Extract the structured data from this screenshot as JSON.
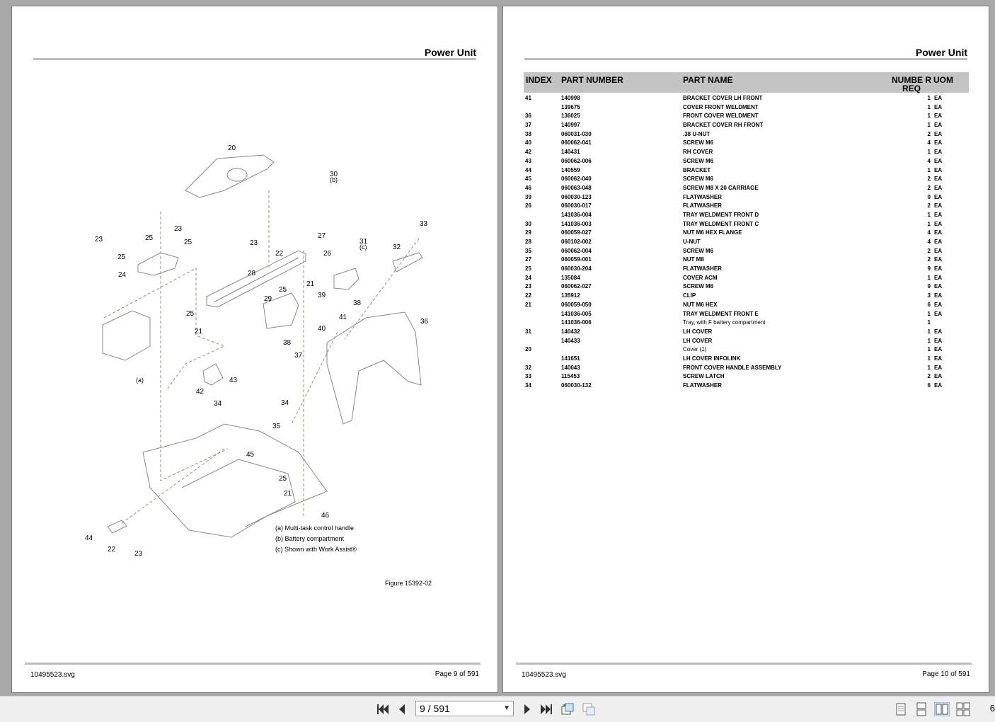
{
  "left_page": {
    "header_title": "Power Unit",
    "figure_caption": "Figure 15392-02",
    "notes": [
      "(a)   Multi-task control handle",
      "(b)   Battery compartment",
      "(c)   Shown with Work Assist®"
    ],
    "callouts": [
      "20",
      "30",
      "(b)",
      "23",
      "25",
      "25",
      "23",
      "25",
      "24",
      "23",
      "22",
      "27",
      "26",
      "31",
      "(c)",
      "32",
      "33",
      "28",
      "21",
      "25",
      "29",
      "39",
      "38",
      "41",
      "40",
      "38",
      "37",
      "36",
      "25",
      "21",
      "(a)",
      "43",
      "42",
      "34",
      "34",
      "35",
      "45",
      "25",
      "21",
      "46",
      "44",
      "22",
      "23"
    ],
    "footer_file": "10495523.svg",
    "footer_page": "Page 9 of  591"
  },
  "right_page": {
    "header_title": "Power Unit",
    "columns": [
      "INDEX",
      "PART NUMBER",
      "PART NAME",
      "NUMBE R REQ",
      "UOM"
    ],
    "rows": [
      [
        "41",
        "140998",
        "BRACKET COVER LH FRONT",
        "1",
        "EA"
      ],
      [
        "",
        "139675",
        "COVER FRONT WELDMENT",
        "1",
        "EA"
      ],
      [
        "36",
        "136025",
        "FRONT COVER WELDMENT",
        "1",
        "EA"
      ],
      [
        "37",
        "140997",
        "BRACKET COVER RH FRONT",
        "1",
        "EA"
      ],
      [
        "38",
        "060031-030",
        ".38 U-NUT",
        "2",
        "EA"
      ],
      [
        "40",
        "060062-041",
        "SCREW M6",
        "4",
        "EA"
      ],
      [
        "42",
        "140431",
        "RH COVER",
        "1",
        "EA"
      ],
      [
        "43",
        "060062-006",
        "SCREW M6",
        "4",
        "EA"
      ],
      [
        "44",
        "140559",
        "BRACKET",
        "1",
        "EA"
      ],
      [
        "45",
        "060062-040",
        "SCREW M6",
        "2",
        "EA"
      ],
      [
        "46",
        "060063-048",
        "SCREW M8 X 20 CARRIAGE",
        "2",
        "EA"
      ],
      [
        "39",
        "060030-123",
        "FLATWASHER",
        "0",
        "EA"
      ],
      [
        "26",
        "060030-017",
        "FLATWASHER",
        "2",
        "EA"
      ],
      [
        "",
        "141036-004",
        "TRAY WELDMENT FRONT D",
        "1",
        "EA"
      ],
      [
        "30",
        "141036-003",
        "TRAY WELDMENT FRONT C",
        "1",
        "EA"
      ],
      [
        "29",
        "060059-027",
        "NUT M6 HEX FLANGE",
        "4",
        "EA"
      ],
      [
        "28",
        "060102-002",
        "U-NUT",
        "4",
        "EA"
      ],
      [
        "35",
        "060062-004",
        "SCREW M6",
        "2",
        "EA"
      ],
      [
        "27",
        "060059-001",
        "NUT M8",
        "2",
        "EA"
      ],
      [
        "25",
        "060030-204",
        "FLATWASHER",
        "9",
        "EA"
      ],
      [
        "24",
        "135084",
        "COVER ACM",
        "1",
        "EA"
      ],
      [
        "23",
        "060062-027",
        "SCREW M6",
        "9",
        "EA"
      ],
      [
        "22",
        "135912",
        "CLIP",
        "3",
        "EA"
      ],
      [
        "21",
        "060059-050",
        "NUT M6 HEX",
        "6",
        "EA"
      ],
      [
        "",
        "141036-005",
        "TRAY WELDMENT FRONT E",
        "1",
        "EA"
      ],
      [
        "",
        "141036-006",
        "Tray, with F battery compartment",
        "1",
        ""
      ],
      [
        "31",
        "140432",
        "LH COVER",
        "1",
        "EA"
      ],
      [
        "",
        "140433",
        "LH COVER",
        "1",
        "EA"
      ],
      [
        "20",
        "",
        "Cover (1)",
        "1",
        "EA"
      ],
      [
        "",
        "141651",
        "LH COVER INFOLINK",
        "1",
        "EA"
      ],
      [
        "32",
        "140043",
        "FRONT COVER HANDLE ASSEMBLY",
        "1",
        "EA"
      ],
      [
        "33",
        "115453",
        "SCREW LATCH",
        "2",
        "EA"
      ],
      [
        "34",
        "060030-132",
        "FLATWASHER",
        "6",
        "EA"
      ]
    ],
    "footer_file": "10495523.svg",
    "footer_page": "Page 10 of  591"
  },
  "toolbar": {
    "page_input_value": "9 / 591",
    "zoom_partial": "6",
    "icons": [
      "first-page-icon",
      "prev-page-icon",
      "next-page-icon",
      "last-page-icon",
      "rotate-icon",
      "rotate-alt-icon",
      "single-page-icon",
      "continuous-icon",
      "two-page-icon",
      "two-page-continuous-icon"
    ]
  }
}
